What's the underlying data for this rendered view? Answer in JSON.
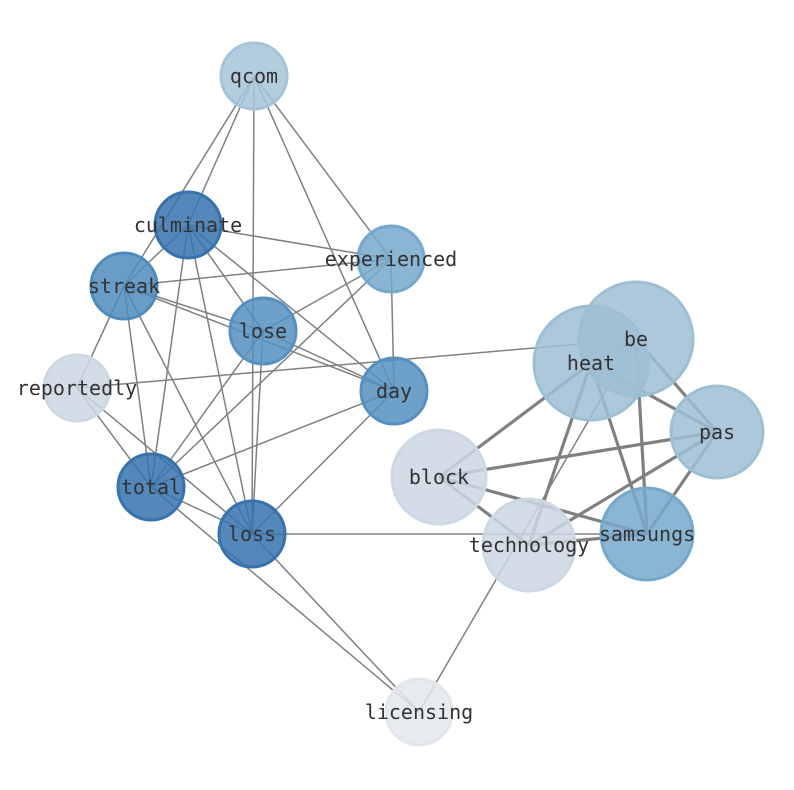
{
  "graph": {
    "nodes": [
      {
        "id": "qcom",
        "label": "qcom",
        "color": "#b3d3e8"
      },
      {
        "id": "culminate",
        "label": "culminate",
        "color": "#3b7bbb"
      },
      {
        "id": "experienced",
        "label": "experienced",
        "color": "#7fb5db"
      },
      {
        "id": "streak",
        "label": "streak",
        "color": "#5597cc"
      },
      {
        "id": "lose",
        "label": "lose",
        "color": "#5a9bcf"
      },
      {
        "id": "reportedly",
        "label": "reportedly",
        "color": "#dbe8f5"
      },
      {
        "id": "day",
        "label": "day",
        "color": "#5a9bcf"
      },
      {
        "id": "heat",
        "label": "heat",
        "color": "#a9cde4"
      },
      {
        "id": "be",
        "label": "be",
        "color": "#a9cde4"
      },
      {
        "id": "pas",
        "label": "pas",
        "color": "#a9cde4"
      },
      {
        "id": "block",
        "label": "block",
        "color": "#dbe8f5"
      },
      {
        "id": "total",
        "label": "total",
        "color": "#3b7bbb"
      },
      {
        "id": "loss",
        "label": "loss",
        "color": "#3b7bbb"
      },
      {
        "id": "technology",
        "label": "technology",
        "color": "#dbe8f5"
      },
      {
        "id": "samsungs",
        "label": "samsungs",
        "color": "#7fb5db"
      },
      {
        "id": "licensing",
        "label": "licensing",
        "color": "#f4f8fd"
      }
    ],
    "edges": [
      [
        "qcom",
        "culminate",
        1
      ],
      [
        "qcom",
        "streak",
        1
      ],
      [
        "qcom",
        "loss",
        1
      ],
      [
        "qcom",
        "day",
        1
      ],
      [
        "qcom",
        "experienced",
        1
      ],
      [
        "culminate",
        "experienced",
        1
      ],
      [
        "culminate",
        "streak",
        1
      ],
      [
        "culminate",
        "lose",
        1
      ],
      [
        "culminate",
        "day",
        1
      ],
      [
        "culminate",
        "total",
        1
      ],
      [
        "culminate",
        "loss",
        1
      ],
      [
        "experienced",
        "streak",
        1
      ],
      [
        "experienced",
        "lose",
        1
      ],
      [
        "experienced",
        "total",
        1
      ],
      [
        "experienced",
        "day",
        1
      ],
      [
        "streak",
        "lose",
        1
      ],
      [
        "streak",
        "day",
        1
      ],
      [
        "streak",
        "total",
        1
      ],
      [
        "streak",
        "loss",
        1
      ],
      [
        "streak",
        "reportedly",
        1
      ],
      [
        "lose",
        "day",
        1
      ],
      [
        "lose",
        "total",
        1
      ],
      [
        "lose",
        "loss",
        1
      ],
      [
        "reportedly",
        "be",
        1
      ],
      [
        "reportedly",
        "total",
        1
      ],
      [
        "reportedly",
        "loss",
        1
      ],
      [
        "day",
        "total",
        1
      ],
      [
        "day",
        "loss",
        1
      ],
      [
        "total",
        "loss",
        1
      ],
      [
        "total",
        "licensing",
        1
      ],
      [
        "loss",
        "licensing",
        1
      ],
      [
        "loss",
        "samsungs",
        1
      ],
      [
        "licensing",
        "be",
        1
      ],
      [
        "heat",
        "block",
        2
      ],
      [
        "heat",
        "technology",
        2
      ],
      [
        "heat",
        "samsungs",
        2
      ],
      [
        "heat",
        "pas",
        2
      ],
      [
        "be",
        "pas",
        2
      ],
      [
        "be",
        "samsungs",
        2
      ],
      [
        "be",
        "heat",
        2
      ],
      [
        "block",
        "pas",
        2
      ],
      [
        "block",
        "samsungs",
        2
      ],
      [
        "block",
        "technology",
        2
      ],
      [
        "technology",
        "pas",
        2
      ],
      [
        "technology",
        "samsungs",
        2
      ],
      [
        "samsungs",
        "pas",
        2
      ]
    ],
    "edge_color": "#808080"
  }
}
